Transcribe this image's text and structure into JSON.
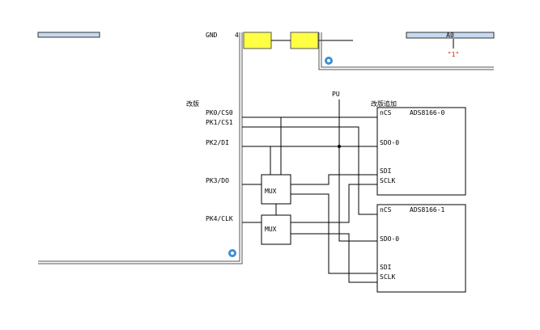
{
  "left_device": {
    "pins": [
      "GND",
      "4",
      "PK0/CS0",
      "PK1/CS1",
      "PK2/DI",
      "PK3/DO",
      "PK4/CLK"
    ],
    "note": "改版"
  },
  "right_device": {
    "label": "A0",
    "sublabel": "\"1\""
  },
  "pullup_label": "PU",
  "adc_note": "改版追加",
  "adc0": {
    "title": "ADS8166-0",
    "pins": [
      "nCS",
      "SDO-0",
      "SDI",
      "SCLK"
    ]
  },
  "adc1": {
    "title": "ADS8166-1",
    "pins": [
      "nCS",
      "SDO-0",
      "SDI",
      "SCLK"
    ]
  },
  "mux_labels": [
    "MUX",
    "MUX"
  ],
  "colors": {
    "panel_blue": "#c5daf0",
    "yellow": "#ffff44",
    "circle_blue": "#3d8fd6"
  }
}
